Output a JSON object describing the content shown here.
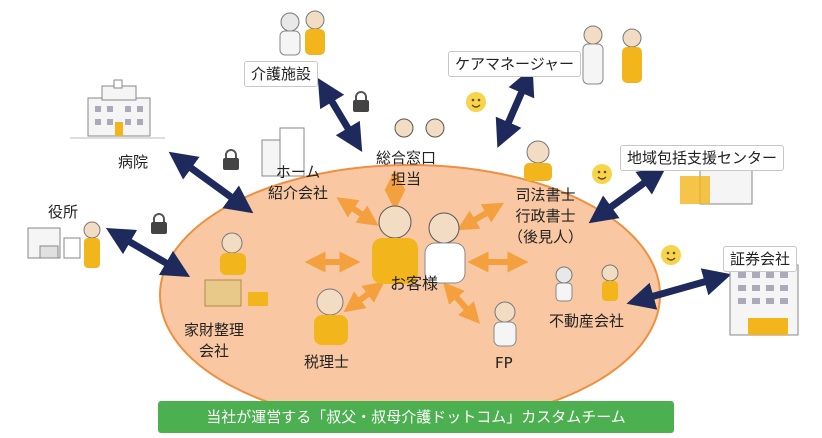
{
  "center": {
    "label": "お客様"
  },
  "team": {
    "sogo_madoguchi": [
      "総合窓口",
      "担当"
    ],
    "home_shokai": [
      "ホーム",
      "紹介会社"
    ],
    "shiho_shoshi": [
      "司法書士",
      "行政書士",
      "（後見人）"
    ],
    "kazai_seiri": [
      "家財整理",
      "会社"
    ],
    "zeirishi": "税理士",
    "fp": "FP",
    "fudosan": "不動産会社"
  },
  "external": {
    "kaigo_shisetsu": "介護施設",
    "care_manager": "ケアマネージャー",
    "byoin": "病院",
    "chiiki_center": "地域包括支援センター",
    "yakusho": "役所",
    "shoken": "証券会社"
  },
  "banner": "当社が運営する「叔父・叔母介護ドットコム」カスタムチーム",
  "colors": {
    "ellipse": "#f9c8a3",
    "ellipse_border": "#ef8f3f",
    "orange_arrow": "#f4a03f",
    "navy_arrow": "#1f2a5c",
    "banner": "#4caf50",
    "figure_yellow": "#f2b51b"
  }
}
